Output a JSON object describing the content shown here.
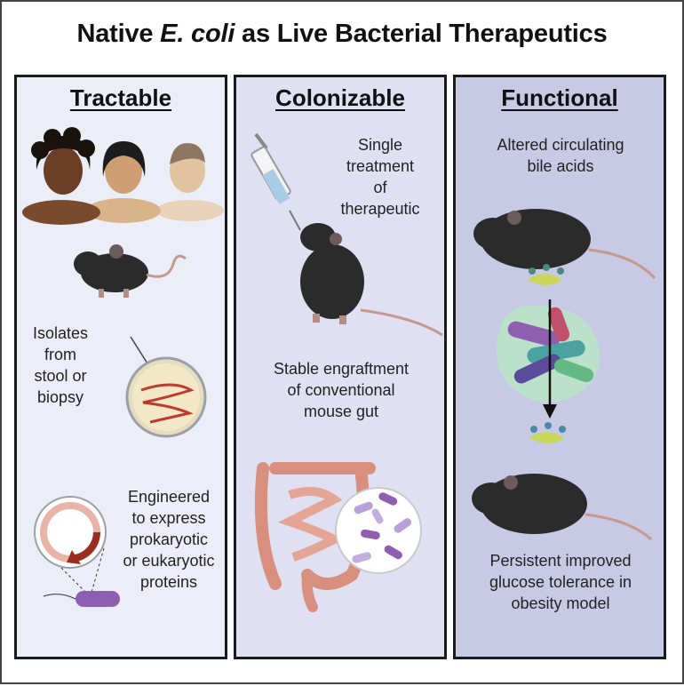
{
  "title": {
    "prefix": "Native ",
    "species": "E. coli",
    "suffix": " as Live Bacterial Therapeutics"
  },
  "panels": [
    {
      "heading": "Tractable",
      "text_isolates": [
        "Isolates",
        "from",
        "stool or",
        "biopsy"
      ],
      "text_engineered": [
        "Engineered",
        "to express",
        "prokaryotic",
        "or eukaryotic",
        "proteins"
      ]
    },
    {
      "heading": "Colonizable",
      "text_treatment": [
        "Single",
        "treatment",
        "of",
        "therapeutic"
      ],
      "text_engraftment": [
        "Stable engraftment",
        "of conventional",
        "mouse gut"
      ]
    },
    {
      "heading": "Functional",
      "text_bile": [
        "Altered circulating",
        "bile acids"
      ],
      "text_glucose": [
        "Persistent improved",
        "glucose tolerance in",
        "obesity model"
      ]
    }
  ],
  "colors": {
    "panel1": "#eceef7",
    "panel2": "#e0e0f3",
    "panel3": "#c8c9e5",
    "mouse": "#2b2b2b",
    "bile": "#c9d65a",
    "plasmid": "#c8452e",
    "bacteria": "#9a7cc4"
  }
}
